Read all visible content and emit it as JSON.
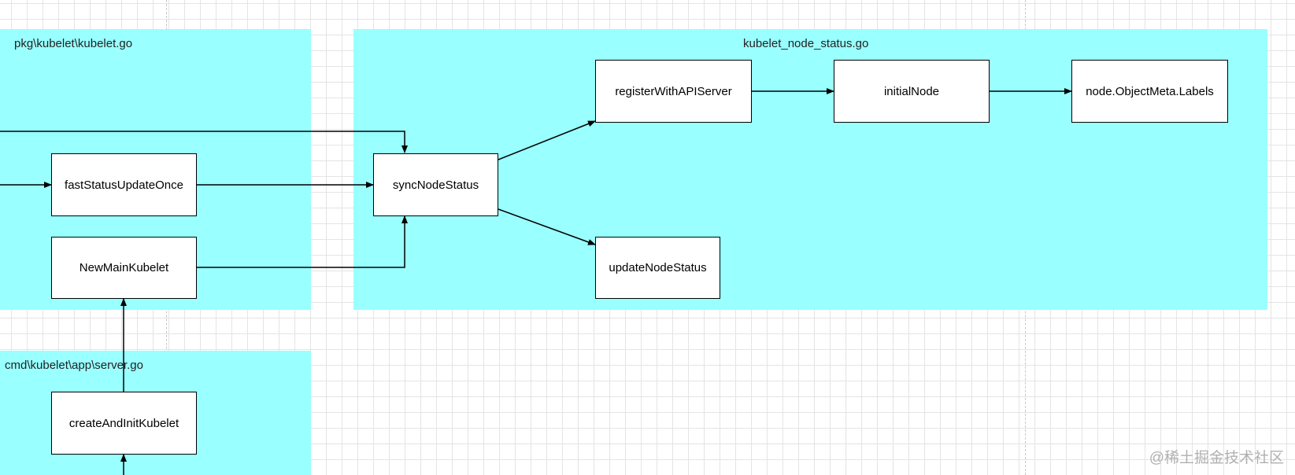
{
  "containers": {
    "kubelet_go": "pkg\\kubelet\\kubelet.go",
    "node_status_go": "kubelet_node_status.go",
    "server_go": "cmd\\kubelet\\app\\server.go"
  },
  "nodes": {
    "fast_status_update_once": "fastStatusUpdateOnce",
    "new_main_kubelet": "NewMainKubelet",
    "create_and_init_kubelet": "createAndInitKubelet",
    "sync_node_status": "syncNodeStatus",
    "register_with_api_server": "registerWithAPIServer",
    "initial_node": "initialNode",
    "node_object_meta_labels": "node.ObjectMeta.Labels",
    "update_node_status": "updateNodeStatus"
  },
  "edges": [
    {
      "from": "offscreen-left",
      "to": "sync_node_status"
    },
    {
      "from": "offscreen-left",
      "to": "fast_status_update_once"
    },
    {
      "from": "fast_status_update_once",
      "to": "sync_node_status"
    },
    {
      "from": "new_main_kubelet",
      "to": "sync_node_status"
    },
    {
      "from": "create_and_init_kubelet",
      "to": "new_main_kubelet"
    },
    {
      "from": "offscreen-bottom",
      "to": "create_and_init_kubelet"
    },
    {
      "from": "sync_node_status",
      "to": "register_with_api_server"
    },
    {
      "from": "sync_node_status",
      "to": "update_node_status"
    },
    {
      "from": "register_with_api_server",
      "to": "initial_node"
    },
    {
      "from": "initial_node",
      "to": "node_object_meta_labels"
    }
  ],
  "watermark": "@稀土掘金技术社区",
  "colors": {
    "container_fill": "#99ffff",
    "node_fill": "#ffffff",
    "edge": "#000000"
  }
}
